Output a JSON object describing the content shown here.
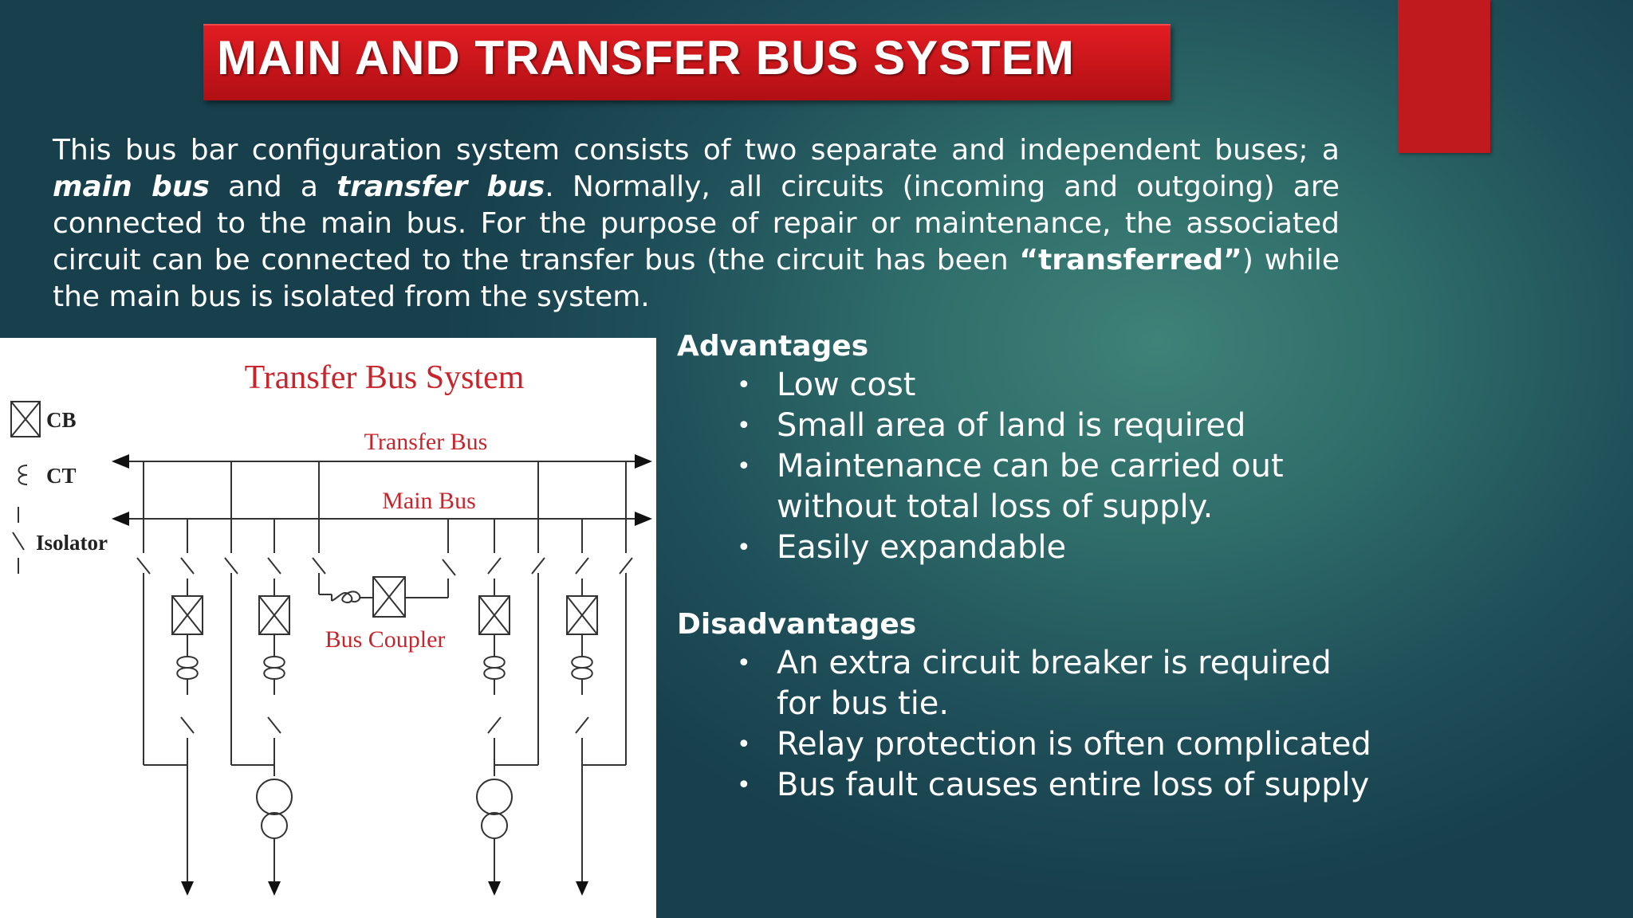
{
  "slide": {
    "title": "MAIN AND TRANSFER BUS SYSTEM",
    "colors": {
      "title_red": "#d51a1f",
      "accent_red": "#c0191e",
      "background": "#2a6264"
    }
  },
  "intro": {
    "part1": "This bus bar configuration system consists of two separate and independent buses; a ",
    "main_bus": "main bus",
    "part2": " and a ",
    "transfer_bus": "transfer bus",
    "part3": ". Normally, all circuits (incoming and outgoing) are connected to the main bus. For the purpose of repair or maintenance, the associated circuit can be connected to the transfer bus (the circuit has been ",
    "transferred": "“transferred”",
    "part4": ") while the main bus is isolated from the system."
  },
  "diagram": {
    "title": "Transfer Bus System",
    "transfer_bus_label": "Transfer Bus",
    "main_bus_label": "Main Bus",
    "bus_coupler_label": "Bus Coupler",
    "legend": {
      "cb": "CB",
      "ct": "CT",
      "isolator": "Isolator"
    }
  },
  "advantages": {
    "heading": "Advantages",
    "items": [
      "Low cost",
      "Small area of land is required",
      "Maintenance can be carried out without total loss of  supply.",
      "Easily expandable"
    ]
  },
  "disadvantages": {
    "heading": "Disadvantages",
    "items": [
      "An extra circuit breaker is required for bus tie.",
      "Relay protection is often complicated",
      "Bus fault causes entire loss of supply"
    ]
  },
  "bullet_glyph": "•"
}
